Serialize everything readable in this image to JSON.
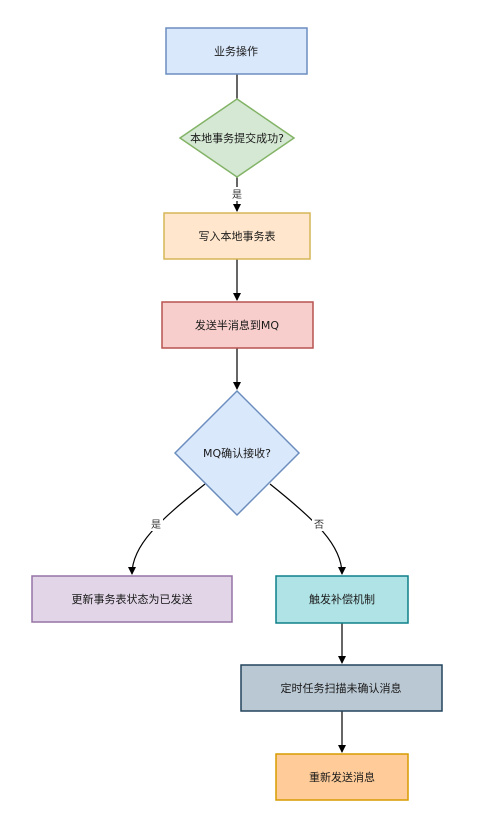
{
  "nodes": {
    "business_op": {
      "label": "业务操作",
      "fill": "#dae8fc",
      "stroke": "#6c8ebf"
    },
    "local_tx_decision": {
      "label": "本地事务提交成功?",
      "fill": "#d5e8d4",
      "stroke": "#82b366"
    },
    "write_tx_table": {
      "label": "写入本地事务表",
      "fill": "#ffe6cc",
      "stroke": "#d6b656"
    },
    "send_half_msg": {
      "label": "发送半消息到MQ",
      "fill": "#f8cecc",
      "stroke": "#b85450"
    },
    "mq_ack_decision": {
      "label": "MQ确认接收?",
      "fill": "#dae8fc",
      "stroke": "#6c8ebf"
    },
    "update_status": {
      "label": "更新事务表状态为已发送",
      "fill": "#e1d5e7",
      "stroke": "#9673a6"
    },
    "trigger_compensation": {
      "label": "触发补偿机制",
      "fill": "#b0e3e6",
      "stroke": "#0e8088"
    },
    "scan_unconfirmed": {
      "label": "定时任务扫描未确认消息",
      "fill": "#bac8d3",
      "stroke": "#23445d"
    },
    "resend_msg": {
      "label": "重新发送消息",
      "fill": "#ffcc99",
      "stroke": "#d79b00"
    }
  },
  "edge_labels": {
    "local_yes": "是",
    "mq_yes": "是",
    "mq_no": "否"
  }
}
